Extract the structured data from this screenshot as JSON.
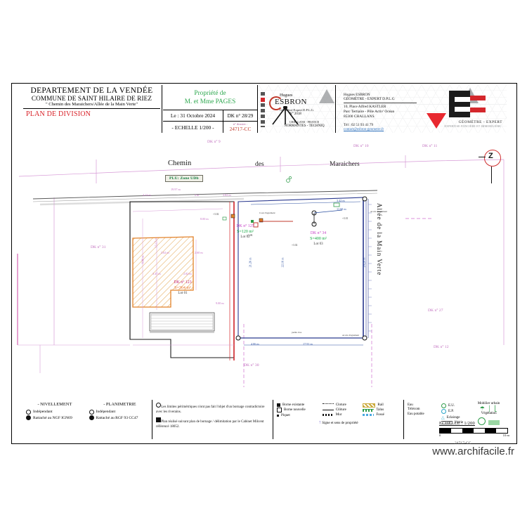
{
  "titleblock": {
    "department": "DEPARTEMENT DE LA VENDÉE",
    "commune": "COMMUNE DE SAINT HILAIRE DE RIEZ",
    "address": "\" Chemin des Maraichers/Allée de la Main Verte\"",
    "plan_type": "PLAN DE DIVISION",
    "property_line1": "Propriété de",
    "property_line2": "M. et Mme PAGES",
    "date": "Le : 31 Octobre 2024",
    "scale": "- ECHELLE 1/200 -",
    "dk_ref": "DK n° 28/29",
    "dossier_label": "n° dossier :",
    "dossier_no": "24717-CC"
  },
  "surveyor": {
    "first_name": "Hugues",
    "last_name": "ESBRON",
    "qualification": "Géomètre-Expert D.P.L.G.",
    "order_no": "N° 2018",
    "region1": "CHALLANS - FRANCE",
    "region2": "NORMANTES - TECHNIQ"
  },
  "company": {
    "line1": "Hugues ESBRON",
    "line2": "GÉOMÈTRE - EXPERT D.P.L.G",
    "addr1": "10, Place Alfred KASTLER",
    "addr2": "Parc Tertiaire - Pôle Activ' Océan",
    "addr3": "85300 CHALLANS",
    "phone": "Tél : 02 51 93 41 79",
    "email": "contact@esbron-geometre.fr",
    "logo_name": "GÉOMÈTRE - EXPERT",
    "logo_tag": "EXPERTISE FONCIÈRE ET IMMOBILIÈRE"
  },
  "map": {
    "road_top_1": "Chemin",
    "road_top_2": "des",
    "road_top_3": "Maraichers",
    "plu_zone": "PLU: Zone UDb",
    "road_right": "Allée de la Main Verte",
    "compass_letter": "Z",
    "parcels": [
      {
        "id": "DK n° 125",
        "surface": "S=120 m²",
        "lot": "Lot 02"
      },
      {
        "id": "DK n° 34",
        "surface": "S=400 m²",
        "lot": "Lot 03"
      },
      {
        "id": "DK n° 123",
        "surface": "S=364 m²",
        "lot": "Lot 01"
      }
    ],
    "neighbours": [
      "DK n° 9",
      "DK n° 10",
      "DK n° 11",
      "DK n° 12",
      "DK n° 27",
      "DK n° 30",
      "DK n° 31"
    ],
    "dimensions_top": [
      "19.97 m",
      "4.13 m",
      "2 m",
      "3.82 m",
      "3.42 m",
      "11.60 m"
    ],
    "dimensions_left": [
      "8.00 m",
      "8.86 m",
      "15.17 m",
      "3.62 m",
      "2.60 m",
      "3.47 m",
      "2.82 m"
    ],
    "dimensions_bottom": [
      "4.06 m",
      "17.91 m",
      "9.00 m"
    ],
    "dimensions_right": [
      "21.26 m",
      "22.16 m",
      "24.26 m"
    ],
    "annotations": [
      "Cour d'agrement",
      "Accès d'agrement",
      "jardin clos",
      "Accès d'agrement",
      "Acces d'agrement"
    ],
    "scale_label": "ECHELLE : 1/200",
    "scale_start": "0",
    "scale_end": "10 m",
    "file_ref": "24717-CC"
  },
  "legend": {
    "leveling": {
      "title": "- NIVELLEMENT",
      "opt1": "Indépendant",
      "opt2": "Rattaché au NGF IGN69"
    },
    "planimetry": {
      "title": "- PLANIMETRIE",
      "opt1": "Indépendant",
      "opt2": "Rattaché au RGF 93 CC47"
    },
    "notes": {
      "note1": "Les limites périmétriques n'ont pas fait l'objet d'un bornage contradictoire avec les riverains.",
      "note2": "Plan réalisé suivant plan de bornage / délimitation par le Cabinet Milcent référencé 18052."
    },
    "symbols_col1": [
      "Borne existante",
      "Borne nouvelle",
      "Piquet"
    ],
    "symbols_col2": [
      "Cloture",
      "Clôture",
      "Mur"
    ],
    "symbols_col3": [
      "Rail",
      "Talus",
      "Fossé"
    ],
    "symbols_note": "Signe et sens de propriété",
    "networks_col1": [
      "Eau",
      "Télécom",
      "Eau potable"
    ],
    "networks_col2": [
      "E.U.",
      "E.P.",
      "Eclairage",
      "Voirie"
    ],
    "urban_title": "Mobilier urbain",
    "vegetation_title": "Végétation"
  },
  "watermark": "www.archifacile.fr"
}
